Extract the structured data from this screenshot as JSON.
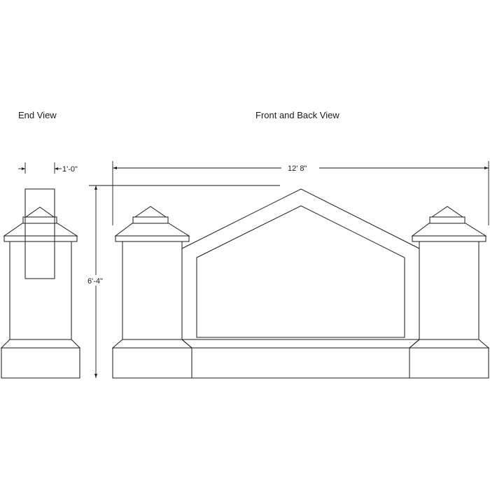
{
  "views": {
    "end_title": "End View",
    "front_title": "Front and Back View"
  },
  "dimensions": {
    "depth": "1'-0\"",
    "width": "12' 8\"",
    "height": "6'-4\""
  },
  "colors": {
    "line": "#1a1a1a",
    "background": "#ffffff"
  }
}
